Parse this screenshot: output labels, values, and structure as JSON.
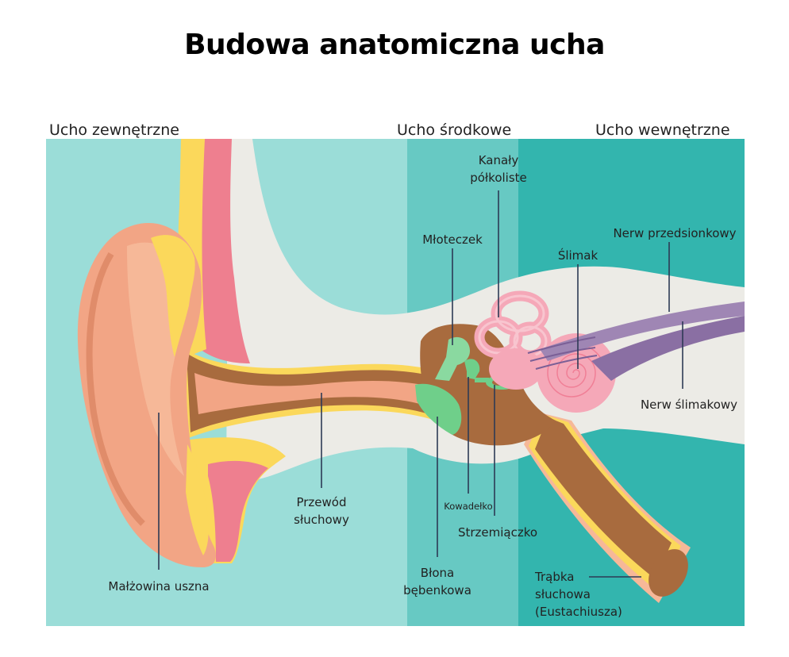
{
  "title": "Budowa anatomiczna ucha",
  "regions": {
    "outer": "Ucho zewnętrzne",
    "middle": "Ucho środkowe",
    "inner": "Ucho wewnętrzne"
  },
  "labels": {
    "malzowina": "Małżowina uszna",
    "przewod": [
      "Przewód",
      "słuchowy"
    ],
    "kanaly": [
      "Kanały",
      "półkoliste"
    ],
    "mloteczek": "Młoteczek",
    "slimak": "Ślimak",
    "nerw_przedsionkowy": "Nerw przedsionkowy",
    "nerw_slimakowy": "Nerw ślimakowy",
    "kowadelko": "Kowadełko",
    "strzemiaczko": "Strzemiączko",
    "blona": [
      "Błona",
      "bębenkowa"
    ],
    "trabka": [
      "Trąbka",
      "słuchowa",
      "(Eustachiusza)"
    ]
  },
  "colors": {
    "outer_bg": "#9bddd8",
    "middle_bg": "#67c9c3",
    "inner_bg": "#33b5ae",
    "bone": "#ecebe6",
    "skin": "#f2a585",
    "skin_light": "#f6b898",
    "yellow": "#fbd85b",
    "pink": "#ee7f8f",
    "brown": "#a86b3e",
    "green": "#6fcf8a",
    "cochlea": "#f5a8b8",
    "nerve": "#9f86b4"
  }
}
